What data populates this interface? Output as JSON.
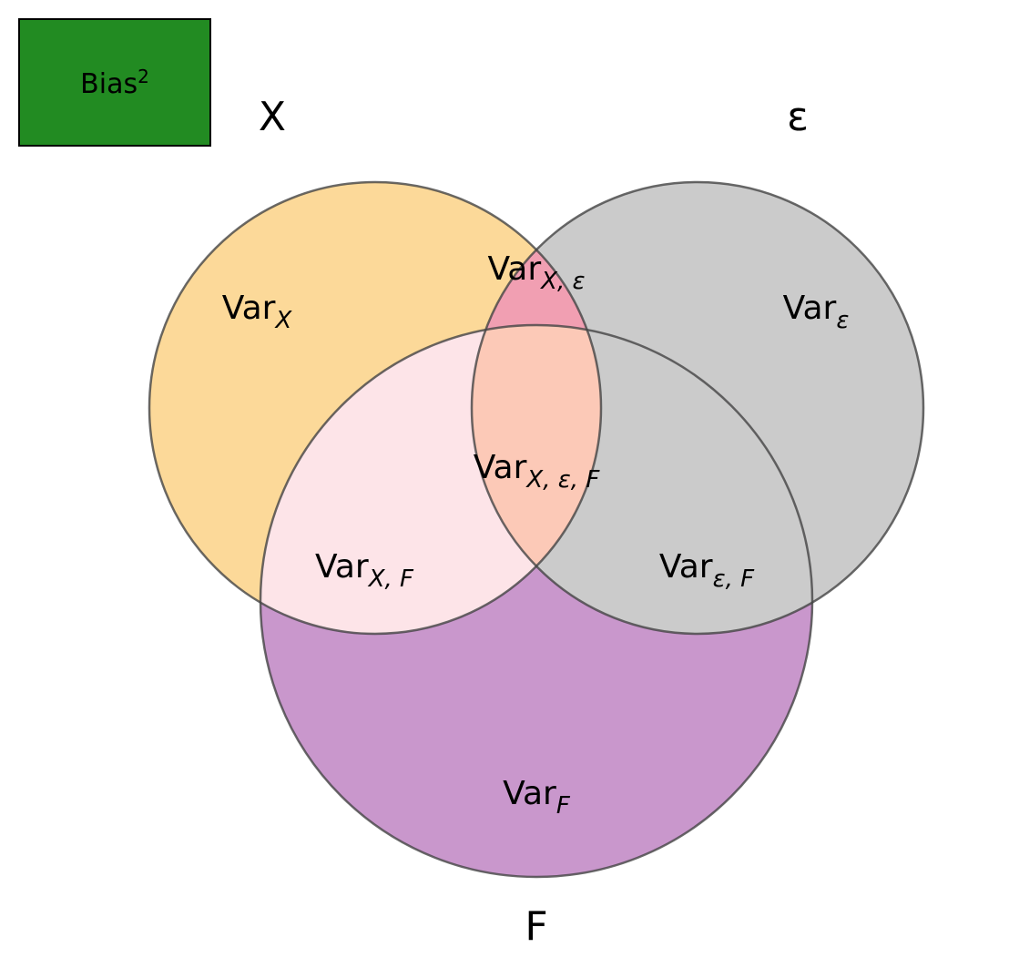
{
  "legend_box": {
    "text": "Bias",
    "superscript": "2",
    "color": "#228b22"
  },
  "sets": [
    {
      "id": "x",
      "label": "X",
      "fill": "#fbd68b",
      "fill_opacity": 0.85
    },
    {
      "id": "eps",
      "label": "ε",
      "fill": "#bdbdbd",
      "fill_opacity": 0.75
    },
    {
      "id": "f",
      "label": "F",
      "fill": "#a250ac",
      "fill_opacity": 0.55
    }
  ],
  "regions": {
    "x_only": {
      "base": "Var",
      "sub": "X",
      "fill": "#fcd999"
    },
    "eps_only": {
      "base": "Var",
      "sub": "ε",
      "fill": "#cbcbcb"
    },
    "f_only": {
      "base": "Var",
      "sub": "F",
      "fill": "#c997cc"
    },
    "x_eps": {
      "base": "Var",
      "sub": "X, ε",
      "fill": "#f19fb2"
    },
    "x_f": {
      "base": "Var",
      "sub": "X, F",
      "fill": "#fde4e8"
    },
    "eps_f": {
      "base": "Var",
      "sub": "ε, F",
      "fill": "#cbcbcb"
    },
    "x_eps_f": {
      "base": "Var",
      "sub": "X, ε, F",
      "fill": "#fcc9b7"
    }
  }
}
